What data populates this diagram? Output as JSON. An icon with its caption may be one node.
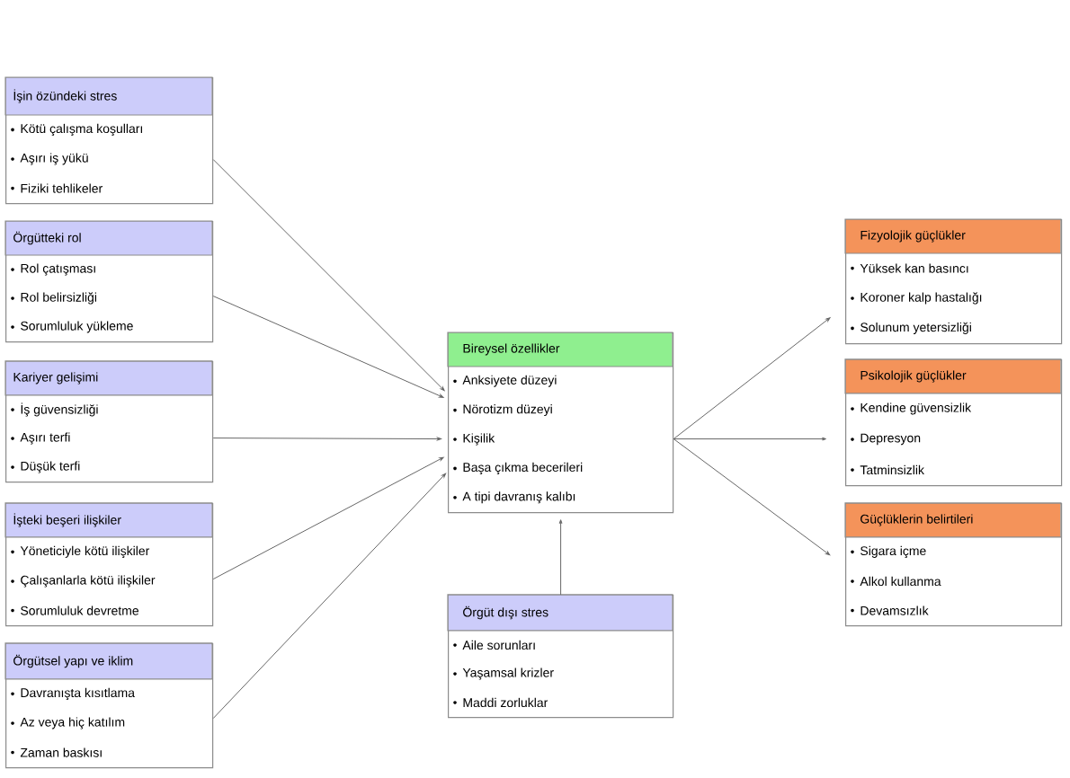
{
  "diagram": {
    "nodes": [
      {
        "text": [
          "İşin özündeki stres",
          "Kötü çalışma koşulları",
          "Aşırı iş yükü",
          "Fiziki tehlikeler"
        ]
      },
      {
        "text": [
          "Örgütteki rol",
          "Rol çatışması",
          "Rol belirsizliği",
          "Sorumluluk yükleme"
        ]
      },
      {
        "text": [
          "Kariyer gelişimi",
          "İş güvensizliği",
          "Aşırı terfi",
          "Düşük terfi"
        ]
      },
      {
        "text": [
          "İşteki beşeri ilişkiler",
          "Yöneticiyle kötü ilişkiler",
          "Çalışanlarla kötü ilişkiler",
          "Sorumluluk devretme"
        ]
      },
      {
        "text": [
          "Örgütsel yapı ve iklim",
          "Davranışta kısıtlama",
          "Az veya hiç katılım",
          "Zaman baskısı"
        ]
      },
      {
        "text": [
          "Bireysel özellikler",
          "Anksiyete düzeyi",
          "Nörotizm düzeyi",
          "Kişilik",
          "Başa çıkma becerileri",
          "A tipi davranış kalıbı"
        ]
      },
      {
        "text": [
          "Örgüt dışı stres",
          "Aile sorunları",
          "Yaşamsal krizler",
          "Maddi zorluklar"
        ]
      },
      {
        "text": [
          "Fizyolojik güçlükler",
          "Yüksek kan basıncı",
          "Koroner kalp hastalığı",
          "Solunum yetersizliği"
        ]
      },
      {
        "text": [
          "Psikolojik güçlükler",
          "Kendine güvensizlik",
          "Depresyon",
          "Tatminsizlik"
        ]
      },
      {
        "text": [
          "Güçlüklerin belirtileri",
          "Sigara içme",
          "Alkol kullanma",
          "Devamsızlık"
        ]
      }
    ],
    "edges": [
      {
        "from": 0,
        "to": 5,
        "arrow": "to"
      },
      {
        "from": 1,
        "to": 5,
        "arrow": "to"
      },
      {
        "from": 2,
        "to": 5,
        "arrow": "to"
      },
      {
        "from": 3,
        "to": 5,
        "arrow": "to"
      },
      {
        "from": 4,
        "to": 5,
        "arrow": "to"
      },
      {
        "from": 6,
        "to": 5,
        "arrow": "to"
      },
      {
        "from": 5,
        "to": 7,
        "arrow": "to"
      },
      {
        "from": 5,
        "to": 8,
        "arrow": "to"
      },
      {
        "from": 5,
        "to": 9,
        "arrow": "to"
      }
    ]
  }
}
